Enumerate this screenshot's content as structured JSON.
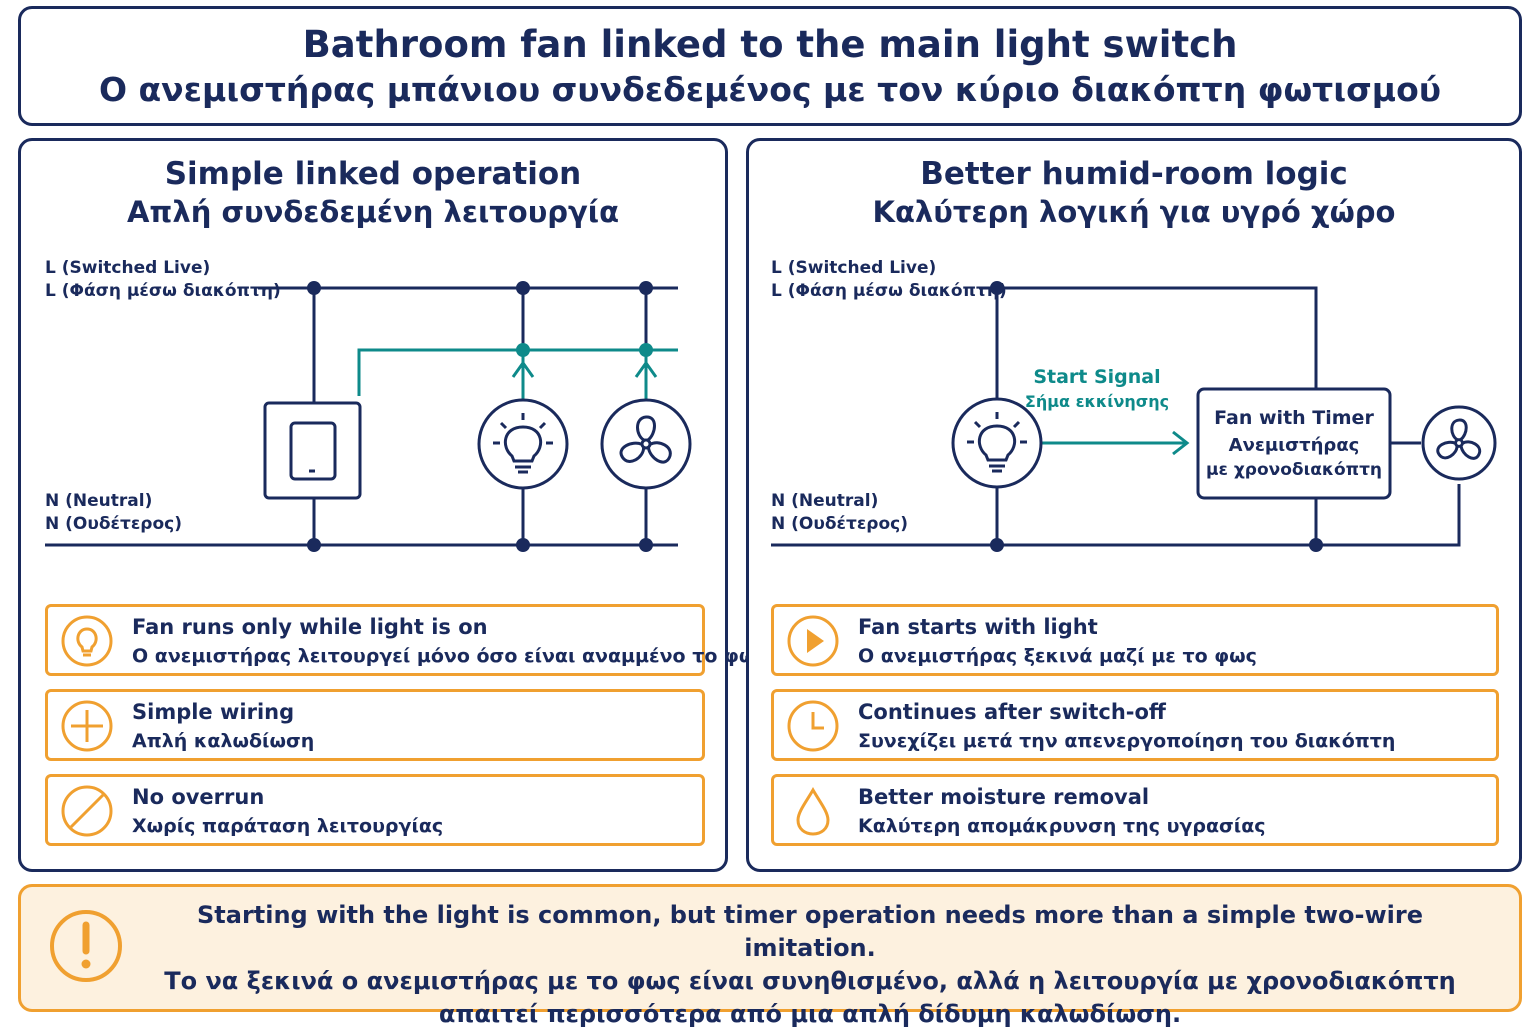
{
  "title": {
    "en": "Bathroom fan linked to the main light switch",
    "el": "Ο ανεμιστήρας μπάνιου συνδεδεμένος με τον κύριο διακόπτη φωτισμού"
  },
  "left_panel": {
    "title_en": "Simple linked operation",
    "title_el": "Απλή συνδεδεμένη λειτουργία",
    "live_label_en": "L (Switched Live)",
    "live_label_el": "L (Φάση μέσω διακόπτη)",
    "neutral_label_en": "N (Neutral)",
    "neutral_label_el": "N (Ουδέτερος)",
    "features": [
      {
        "icon": "lightbulb-icon",
        "en": "Fan runs only while light is on",
        "el": "Ο ανεμιστήρας λειτουργεί μόνο όσο είναι αναμμένο το φως"
      },
      {
        "icon": "plus-icon",
        "en": "Simple wiring",
        "el": "Απλή καλωδίωση"
      },
      {
        "icon": "no-entry-icon",
        "en": "No overrun",
        "el": "Χωρίς παράταση λειτουργίας"
      }
    ]
  },
  "right_panel": {
    "title_en": "Better humid-room logic",
    "title_el": "Καλύτερη λογική για υγρό χώρο",
    "live_label_en": "L (Switched Live)",
    "live_label_el": "L (Φάση μέσω διακόπτη)",
    "neutral_label_en": "N (Neutral)",
    "neutral_label_el": "N (Ουδέτερος)",
    "signal_en": "Start Signal",
    "signal_el": "Σήμα εκκίνησης",
    "timer_en": "Fan with Timer",
    "timer_el_1": "Ανεμιστήρας",
    "timer_el_2": "με χρονοδιακόπτη",
    "features": [
      {
        "icon": "play-icon",
        "en": "Fan starts with light",
        "el": "Ο ανεμιστήρας ξεκινά μαζί με το φως"
      },
      {
        "icon": "clock-icon",
        "en": "Continues after switch-off",
        "el": "Συνεχίζει μετά την απενεργοποίηση του διακόπτη"
      },
      {
        "icon": "droplet-icon",
        "en": "Better moisture removal",
        "el": "Καλύτερη απομάκρυνση της υγρασίας"
      }
    ]
  },
  "warning": {
    "icon": "exclamation-icon",
    "en": "Starting with the light is common, but timer operation needs more than a simple two-wire imitation.",
    "el": "Το να ξεκινά ο ανεμιστήρας με το φως είναι συνηθισμένο, αλλά η λειτουργία με χρονοδιακόπτη απαιτεί περισσότερα από μια απλή δίδυμη καλωδίωση."
  },
  "colors": {
    "navy": "#1a2a5c",
    "teal": "#0e8a8a",
    "orange": "#f0a030",
    "warn_bg": "#fdf1df"
  }
}
